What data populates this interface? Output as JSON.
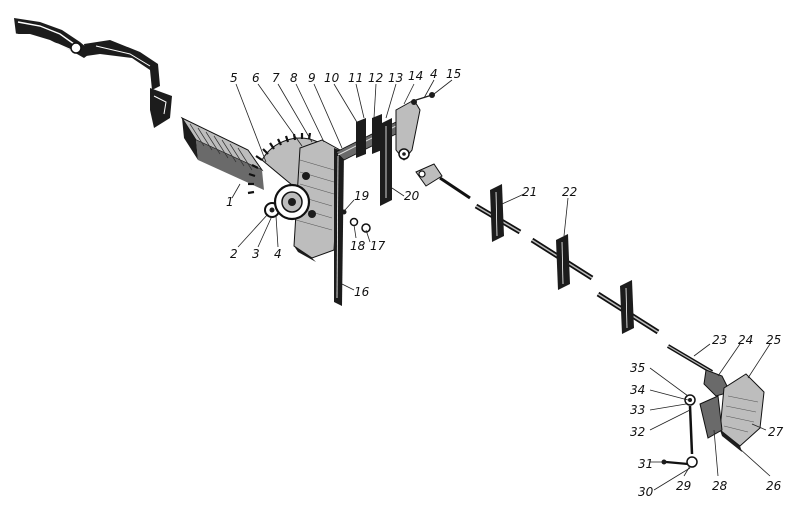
{
  "diagram": {
    "parts": [
      {
        "id": "1",
        "label": "1"
      },
      {
        "id": "2",
        "label": "2"
      },
      {
        "id": "3",
        "label": "3"
      },
      {
        "id": "4a",
        "label": "4"
      },
      {
        "id": "5",
        "label": "5"
      },
      {
        "id": "6",
        "label": "6"
      },
      {
        "id": "7",
        "label": "7"
      },
      {
        "id": "8",
        "label": "8"
      },
      {
        "id": "9",
        "label": "9"
      },
      {
        "id": "10",
        "label": "10"
      },
      {
        "id": "11",
        "label": "11"
      },
      {
        "id": "12",
        "label": "12"
      },
      {
        "id": "13",
        "label": "13"
      },
      {
        "id": "14",
        "label": "14"
      },
      {
        "id": "4b",
        "label": "4"
      },
      {
        "id": "15",
        "label": "15"
      },
      {
        "id": "16",
        "label": "16"
      },
      {
        "id": "17",
        "label": "17"
      },
      {
        "id": "18",
        "label": "18"
      },
      {
        "id": "19",
        "label": "19"
      },
      {
        "id": "20",
        "label": "20"
      },
      {
        "id": "21",
        "label": "21"
      },
      {
        "id": "22",
        "label": "22"
      },
      {
        "id": "23",
        "label": "23"
      },
      {
        "id": "24",
        "label": "24"
      },
      {
        "id": "25",
        "label": "25"
      },
      {
        "id": "26",
        "label": "26"
      },
      {
        "id": "27",
        "label": "27"
      },
      {
        "id": "28",
        "label": "28"
      },
      {
        "id": "29",
        "label": "29"
      },
      {
        "id": "30",
        "label": "30"
      },
      {
        "id": "31",
        "label": "31"
      },
      {
        "id": "32",
        "label": "32"
      },
      {
        "id": "33",
        "label": "33"
      },
      {
        "id": "34",
        "label": "34"
      },
      {
        "id": "35",
        "label": "35"
      }
    ]
  }
}
